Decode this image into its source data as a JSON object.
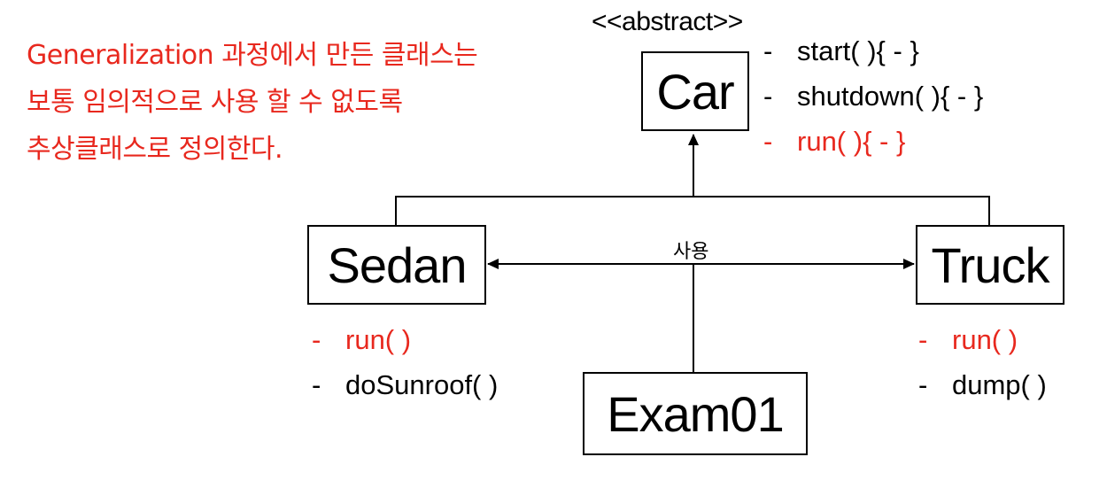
{
  "note": {
    "lines": [
      "Generalization 과정에서 만든 클래스는",
      "보통 임의적으로 사용 할 수 없도록",
      "추상클래스로 정의한다."
    ]
  },
  "car": {
    "stereotype": "<<abstract>>",
    "name": "Car",
    "methods": [
      {
        "dash": "-",
        "text": "start( ){ - }"
      },
      {
        "dash": "-",
        "text": "shutdown( ){ - }"
      },
      {
        "dash": "-",
        "text": "run( ){ - }"
      }
    ]
  },
  "sedan": {
    "name": "Sedan",
    "methods": [
      {
        "dash": "-",
        "text": "run( )"
      },
      {
        "dash": "-",
        "text": "doSunroof( )"
      }
    ]
  },
  "truck": {
    "name": "Truck",
    "methods": [
      {
        "dash": "-",
        "text": "run( )"
      },
      {
        "dash": "-",
        "text": "dump( )"
      }
    ]
  },
  "exam": {
    "name": "Exam01"
  },
  "uses_label": "사용",
  "colors": {
    "highlight": "#e8281e",
    "line": "#000000"
  }
}
